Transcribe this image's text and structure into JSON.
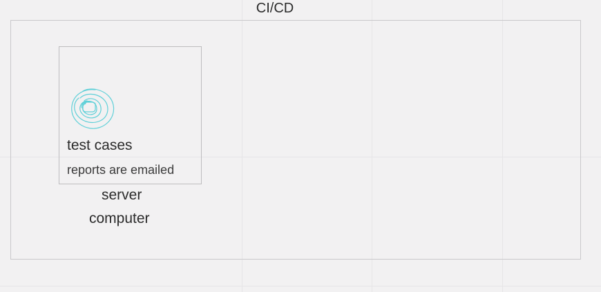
{
  "frame": {
    "title": "CI/CD"
  },
  "card": {
    "scribble_icon": "circle-scribble-icon",
    "line1": "test cases",
    "line2": "reports are emailed"
  },
  "below_card": {
    "line1": "server",
    "line2": "computer"
  },
  "colors": {
    "background": "#f2f1f2",
    "frame_border": "#c9c8ca",
    "scribble_stroke": "#5fd0d8",
    "text": "#2b2b2b"
  }
}
